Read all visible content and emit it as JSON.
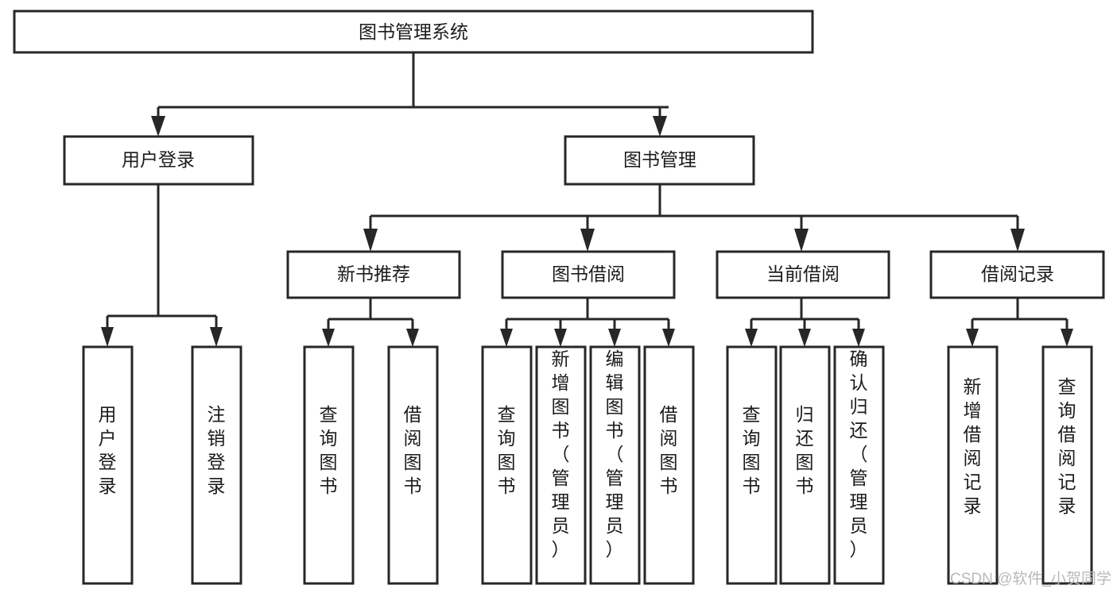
{
  "diagram": {
    "title": "图书管理系统",
    "type": "hierarchy-tree",
    "root": {
      "id": "root",
      "label": "图书管理系统",
      "orientation": "horizontal"
    },
    "level2": [
      {
        "id": "user-login",
        "label": "用户登录",
        "orientation": "horizontal"
      },
      {
        "id": "book-management",
        "label": "图书管理",
        "orientation": "horizontal"
      }
    ],
    "level3": [
      {
        "id": "new-book-recommend",
        "label": "新书推荐",
        "orientation": "horizontal",
        "parent": "book-management"
      },
      {
        "id": "book-borrow",
        "label": "图书借阅",
        "orientation": "horizontal",
        "parent": "book-management"
      },
      {
        "id": "current-borrow",
        "label": "当前借阅",
        "orientation": "horizontal",
        "parent": "book-management"
      },
      {
        "id": "borrow-record",
        "label": "借阅记录",
        "orientation": "horizontal",
        "parent": "book-management"
      }
    ],
    "leaves": [
      {
        "id": "leaf-user-login",
        "label": "用户登录",
        "orientation": "vertical",
        "parent": "user-login"
      },
      {
        "id": "leaf-logout-login",
        "label": "注销登录",
        "orientation": "vertical",
        "parent": "user-login"
      },
      {
        "id": "leaf-query-book-1",
        "label": "查询图书",
        "orientation": "vertical",
        "parent": "new-book-recommend"
      },
      {
        "id": "leaf-borrow-book-1",
        "label": "借阅图书",
        "orientation": "vertical",
        "parent": "new-book-recommend"
      },
      {
        "id": "leaf-query-book-2",
        "label": "查询图书",
        "orientation": "vertical",
        "parent": "book-borrow"
      },
      {
        "id": "leaf-add-book",
        "label": "新增图书（管理员）",
        "orientation": "vertical",
        "parent": "book-borrow"
      },
      {
        "id": "leaf-edit-book",
        "label": "编辑图书（管理员）",
        "orientation": "vertical",
        "parent": "book-borrow"
      },
      {
        "id": "leaf-borrow-book-2",
        "label": "借阅图书",
        "orientation": "vertical",
        "parent": "book-borrow"
      },
      {
        "id": "leaf-query-book-3",
        "label": "查询图书",
        "orientation": "vertical",
        "parent": "current-borrow"
      },
      {
        "id": "leaf-return-book",
        "label": "归还图书",
        "orientation": "vertical",
        "parent": "current-borrow"
      },
      {
        "id": "leaf-confirm-return",
        "label": "确认归还（管理员）",
        "orientation": "vertical",
        "parent": "current-borrow"
      },
      {
        "id": "leaf-add-record",
        "label": "新增借阅记录",
        "orientation": "vertical",
        "parent": "borrow-record"
      },
      {
        "id": "leaf-query-record",
        "label": "查询借阅记录",
        "orientation": "vertical",
        "parent": "borrow-record"
      }
    ]
  },
  "watermark": {
    "text": "CSDN @软件_小贺同学"
  },
  "colors": {
    "stroke": "#272727",
    "box_fill": "#ffffff",
    "text": "#1b1b1b",
    "watermark": "#b9b9b9",
    "background": "#ffffff"
  }
}
